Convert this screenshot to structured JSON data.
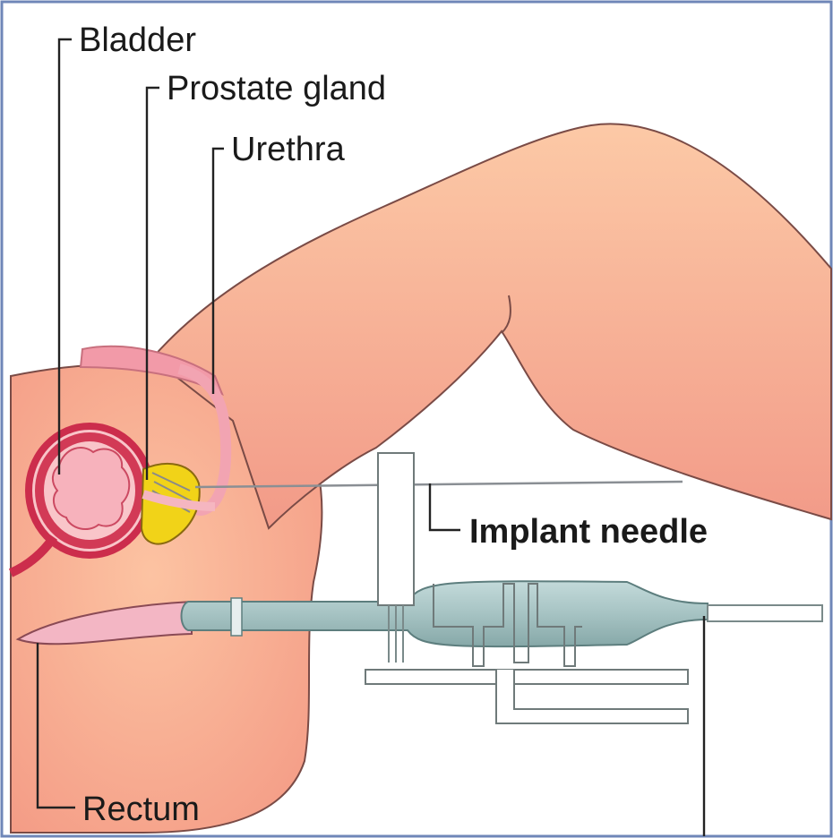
{
  "diagram": {
    "labels": {
      "bladder": "Bladder",
      "prostate": "Prostate gland",
      "urethra": "Urethra",
      "needle": "Implant needle",
      "rectum": "Rectum"
    },
    "colors": {
      "skin": "#f4a48a",
      "skin_light": "#fbbf9d",
      "outline": "#7a4b46",
      "bladder_wall": "#d23a56",
      "bladder_inner": "#f5b6c0",
      "prostate": "#f1d318",
      "device": "#a9c6c6",
      "device_dark": "#7d9f9f",
      "frame_border": "#6f87b8"
    }
  }
}
